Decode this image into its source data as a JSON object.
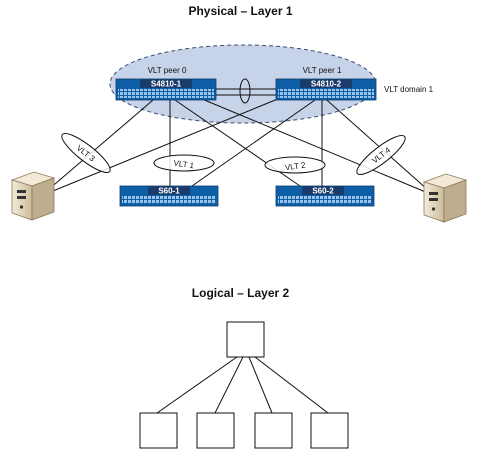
{
  "titles": {
    "physical": "Physical – Layer 1",
    "logical": "Logical – Layer 2"
  },
  "vlt_domain": {
    "label": "VLT domain 1",
    "peer0_label": "VLT peer 0",
    "peer1_label": "VLT peer 1"
  },
  "switches": {
    "core_left": "S4810-1",
    "core_right": "S4810-2",
    "access_left": "S60-1",
    "access_right": "S60-2"
  },
  "vlt_links": {
    "vlt1": "VLT 1",
    "vlt2": "VLT 2",
    "vlt3": "VLT 3",
    "vlt4": "VLT 4"
  },
  "icons": {
    "left_server": "server-tower-icon",
    "right_server": "server-tower-icon",
    "logical_nodes": "square-node"
  },
  "colors": {
    "domain_fill": "#c7d3e8",
    "domain_stroke": "#3b4d73",
    "switch_body": "#0f5fa6",
    "switch_label_bg": "#1a3c6b",
    "server_body": "#e8dcc4",
    "line": "#111111"
  }
}
